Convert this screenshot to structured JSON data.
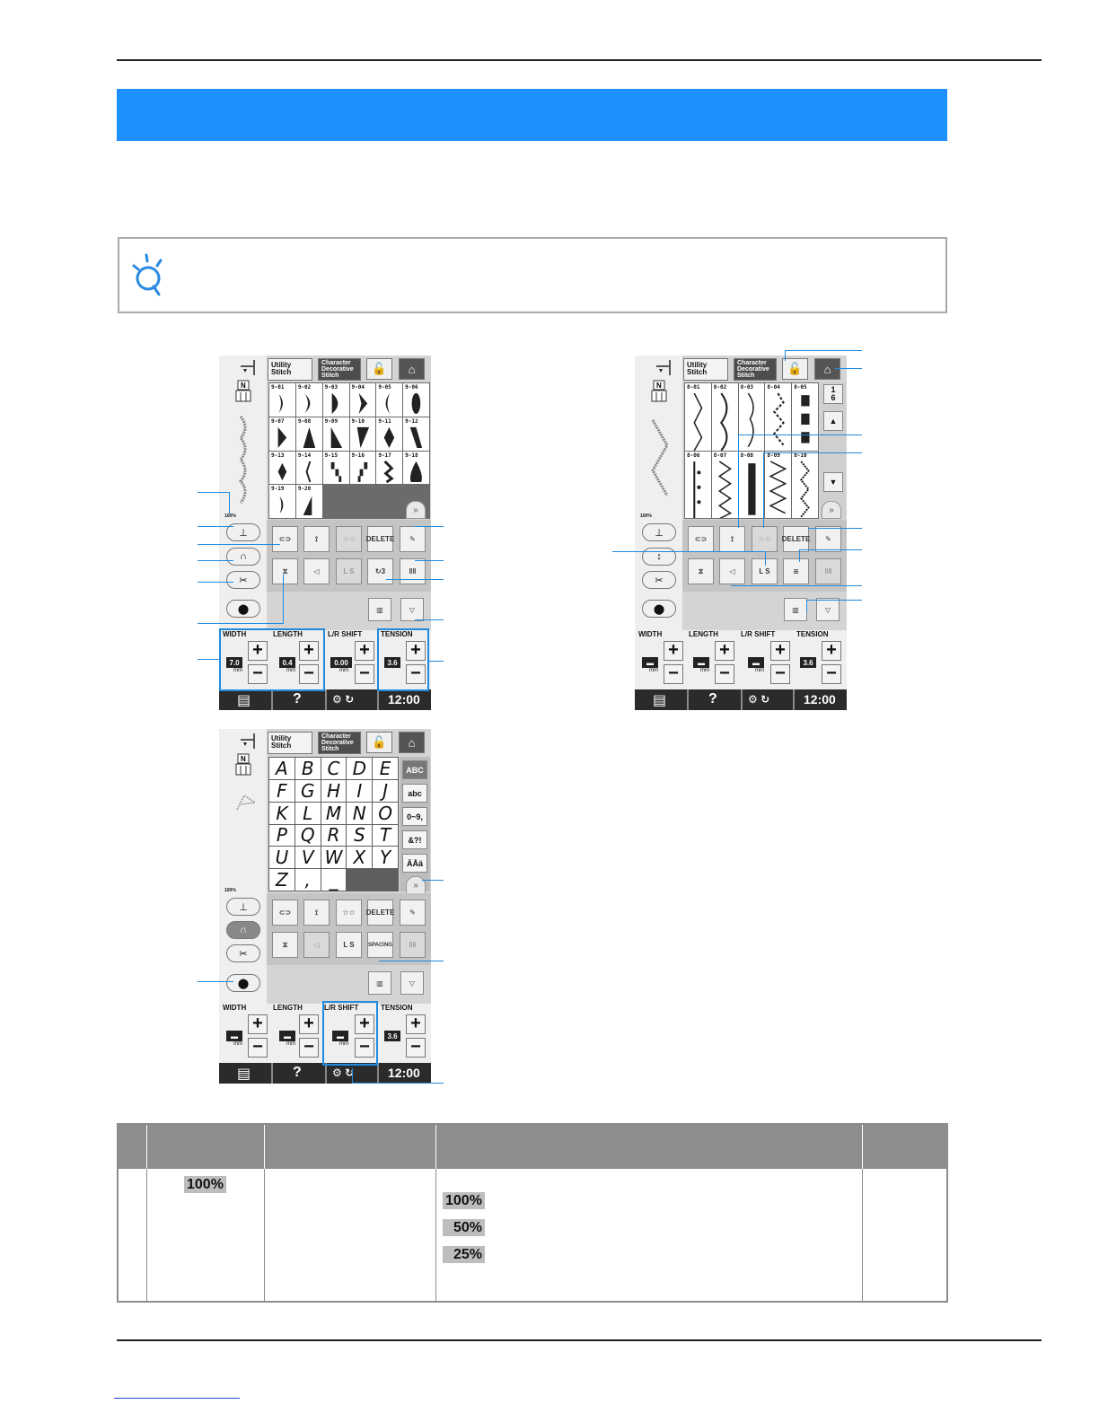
{
  "screens": {
    "common": {
      "tab_utility": "Utility Stitch",
      "tab_character": "Character Decorative Stitch",
      "delete_label": "DELETE",
      "ls_label": "L S",
      "width_label": "WIDTH",
      "length_label": "LENGTH",
      "lr_shift_label": "L/R SHIFT",
      "tension_label": "TENSION",
      "mm": "mm",
      "help": "?",
      "clock": "12:00",
      "pct": "100%"
    },
    "screen_a": {
      "codes": [
        "9-01",
        "9-02",
        "9-03",
        "9-04",
        "9-05",
        "9-06",
        "9-07",
        "9-08",
        "9-09",
        "9-10",
        "9-11",
        "9-12",
        "9-13",
        "9-14",
        "9-15",
        "9-16",
        "9-17",
        "9-18",
        "9-19",
        "9-20"
      ],
      "width_value": "7.0",
      "length_value": "0.4",
      "lr_value": "0.00",
      "tension_value": "3.6",
      "repeat_num": "3"
    },
    "screen_b": {
      "codes": [
        "8-01",
        "8-02",
        "8-03",
        "8-04",
        "8-05",
        "8-06",
        "8-07",
        "8-08",
        "8-09",
        "8-10"
      ],
      "page_top": "1",
      "page_bottom": "6",
      "tension_value": "3.6"
    },
    "screen_c": {
      "letters": [
        "A",
        "B",
        "C",
        "D",
        "E",
        "F",
        "G",
        "H",
        "I",
        "J",
        "K",
        "L",
        "M",
        "N",
        "O",
        "P",
        "Q",
        "R",
        "S",
        "T",
        "U",
        "V",
        "W",
        "X",
        "Y",
        "Z",
        ",",
        "_"
      ],
      "categories": [
        "ABC",
        "abc",
        "0~9,",
        "&?!",
        "ÄÅä"
      ],
      "spacing_label": "SPACING",
      "tension_value": "3.6"
    }
  },
  "table": {
    "row_key": "100%",
    "options": [
      "100%",
      "50%",
      "25%"
    ]
  }
}
